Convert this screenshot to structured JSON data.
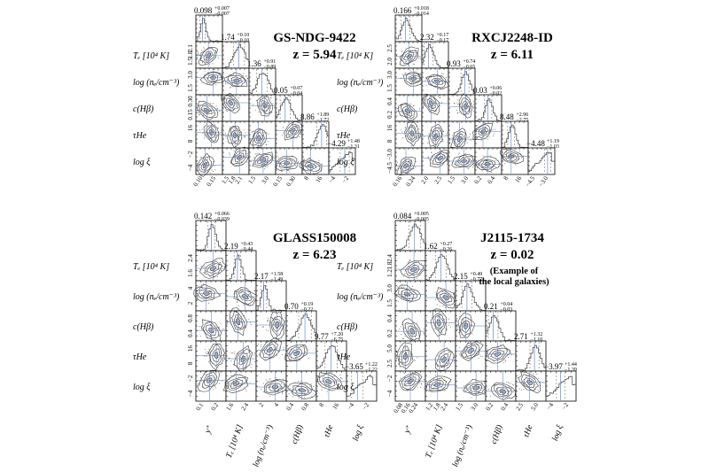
{
  "colors": {
    "contour": "#3a3a3a",
    "truth_line": "#4a78c8",
    "frame": "#000000"
  },
  "parameters": [
    {
      "key": "y",
      "row_label": "",
      "col_label": "y⁺"
    },
    {
      "key": "Te",
      "row_label": "Tₑ [10⁴ K]",
      "col_label": "Tₑ [10⁴ K]"
    },
    {
      "key": "ne",
      "row_label": "log (nₑ/cm⁻³)",
      "col_label": "log (nₑ/cm⁻³)"
    },
    {
      "key": "cHb",
      "row_label": "c(Hβ)",
      "col_label": "c(Hβ)"
    },
    {
      "key": "tau",
      "row_label": "τHe",
      "col_label": "τHe"
    },
    {
      "key": "xi",
      "row_label": "log ξ",
      "col_label": "log ξ"
    }
  ],
  "chart_data": [
    {
      "type": "corner",
      "name": "GS-NDG-9422",
      "redshift": "z = 5.94",
      "note": [],
      "estimates": [
        {
          "median": "0.098",
          "plus": "+0.007",
          "minus": "−0.007"
        },
        {
          "median": "1.74",
          "plus": "+0.10",
          "minus": "−0.10"
        },
        {
          "median": "1.36",
          "plus": "+0.91",
          "minus": "−0.89"
        },
        {
          "median": "0.05",
          "plus": "+0.07",
          "minus": "−0.04"
        },
        {
          "median": "8.86",
          "plus": "+1.89",
          "minus": "−1.72"
        },
        {
          "median": "−4.29",
          "plus": "+1.48",
          "minus": "−1.31"
        }
      ],
      "tick_labels": [
        [
          "0.10",
          "0.15"
        ],
        [
          "1.5",
          "1.8",
          "2.1"
        ],
        [
          "1.5",
          "3.0"
        ],
        [
          "0.15",
          "0.30"
        ],
        [
          "8",
          "16"
        ],
        [
          "−4",
          "−2"
        ]
      ]
    },
    {
      "type": "corner",
      "name": "RXCJ2248-ID",
      "redshift": "z = 6.11",
      "note": [],
      "estimates": [
        {
          "median": "0.166",
          "plus": "+0.018",
          "minus": "−0.014"
        },
        {
          "median": "2.32",
          "plus": "+0.17",
          "minus": "−0.17"
        },
        {
          "median": "0.93",
          "plus": "+0.74",
          "minus": "−0.65"
        },
        {
          "median": "0.03",
          "plus": "+0.06",
          "minus": "−0.02"
        },
        {
          "median": "8.48",
          "plus": "+2.96",
          "minus": "−2.75"
        },
        {
          "median": "−4.48",
          "plus": "+1.19",
          "minus": "−1.03"
        }
      ],
      "tick_labels": [
        [
          "0.16",
          "0.24"
        ],
        [
          "2.0",
          "2.5"
        ],
        [
          "1.5",
          "3.0"
        ],
        [
          "0.2",
          "0.4"
        ],
        [
          "8",
          "16"
        ],
        [
          "−4.5",
          "−3.0"
        ]
      ]
    },
    {
      "type": "corner",
      "name": "GLASS150008",
      "redshift": "z = 6.23",
      "note": [],
      "estimates": [
        {
          "median": "0.142",
          "plus": "+0.066",
          "minus": "−0.039"
        },
        {
          "median": "2.19",
          "plus": "+0.43",
          "minus": "−0.44"
        },
        {
          "median": "2.17",
          "plus": "+1.58",
          "minus": "−1.49"
        },
        {
          "median": "0.70",
          "plus": "+0.19",
          "minus": "−0.22"
        },
        {
          "median": "9.77",
          "plus": "+7.20",
          "minus": "−6.75"
        },
        {
          "median": "−3.65",
          "plus": "+1.22",
          "minus": "−1.22"
        }
      ],
      "tick_labels": [
        [
          "0.1",
          "0.2"
        ],
        [
          "1.6",
          "2.4"
        ],
        [
          "2",
          "4"
        ],
        [
          "0.4",
          "0.8"
        ],
        [
          "8",
          "16"
        ],
        [
          "−4",
          "−2"
        ]
      ]
    },
    {
      "type": "corner",
      "name": "J2115-1734",
      "redshift": "z = 0.02",
      "note": [
        "(Example of",
        "the local galaxies)"
      ],
      "estimates": [
        {
          "median": "0.084",
          "plus": "+0.005",
          "minus": "−0.005"
        },
        {
          "median": "1.62",
          "plus": "+0.27",
          "minus": "−0.26"
        },
        {
          "median": "2.15",
          "plus": "+0.49",
          "minus": "−0.77"
        },
        {
          "median": "0.21",
          "plus": "+0.04",
          "minus": "−0.03"
        },
        {
          "median": "2.71",
          "plus": "+1.32",
          "minus": "−1.10"
        },
        {
          "median": "−3.97",
          "plus": "+1.44",
          "minus": "−1.39"
        }
      ],
      "tick_labels": [
        [
          "0.08",
          "0.16",
          "0.24"
        ],
        [
          "1.2",
          "1.8",
          "2.4"
        ],
        [
          "1.5",
          "3.0"
        ],
        [
          "0.2",
          "0.4"
        ],
        [
          "2.5",
          "5.0"
        ],
        [
          "−4",
          "−2"
        ]
      ]
    }
  ]
}
